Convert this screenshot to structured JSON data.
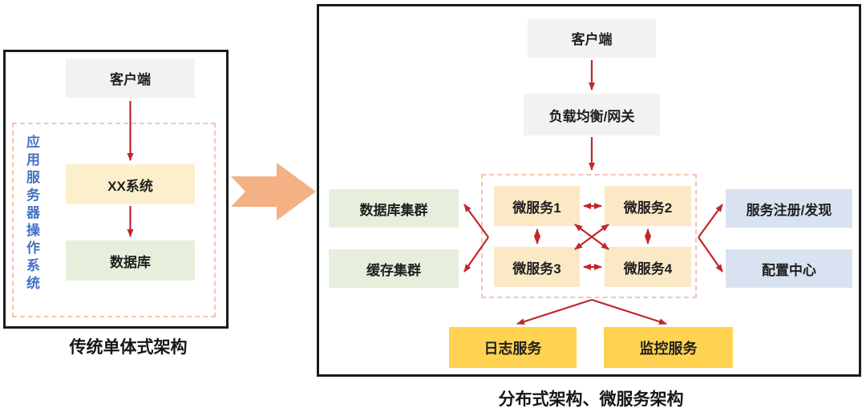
{
  "colors": {
    "arrow-red": "#c1272d",
    "panel-border": "#1a1a1a",
    "dashed-border": "#f3c4b4",
    "blue-text": "#4472c4",
    "big-arrow": "#f4b183",
    "box-gray": "#f2f2f2",
    "box-paleyellow": "#fcf0cc",
    "box-msyellow": "#fbe8c5",
    "box-green": "#e6efdc",
    "box-blue": "#d9e2f0",
    "box-gold": "#ffd351"
  },
  "left_panel": {
    "caption": "传统单体式架构",
    "client": "客户端",
    "os_vertical_label": "应用服务器操作系统",
    "system": "XX系统",
    "database": "数据库"
  },
  "right_panel": {
    "caption": "分布式架构、微服务架构",
    "client": "客户端",
    "gateway": "负载均衡/网关",
    "db_cluster": "数据库集群",
    "cache_cluster": "缓存集群",
    "microservices": [
      "微服务1",
      "微服务2",
      "微服务3",
      "微服务4"
    ],
    "service_registry": "服务注册/发现",
    "config_center": "配置中心",
    "log_service": "日志服务",
    "monitor_service": "监控服务"
  }
}
